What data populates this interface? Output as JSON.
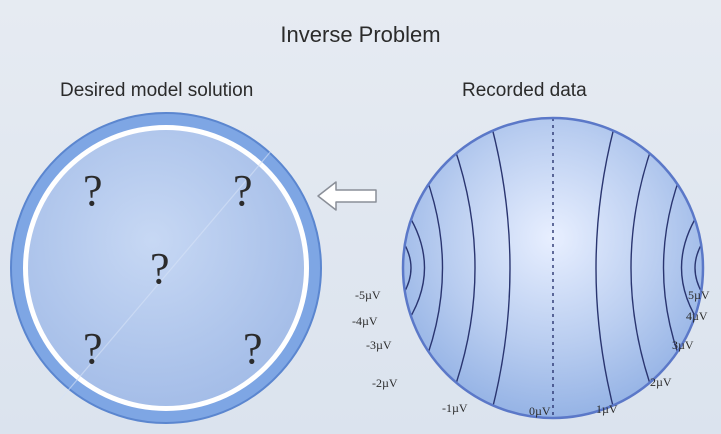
{
  "title": "Inverse Problem",
  "left_panel": {
    "label": "Desired model solution",
    "unknown_mark": "?"
  },
  "right_panel": {
    "label": "Recorded data",
    "potential_labels": [
      "-5µV",
      "-4µV",
      "-3µV",
      "-2µV",
      "-1µV",
      "0µV",
      "1µV",
      "2µV",
      "3µV",
      "4µV",
      "5µV"
    ]
  },
  "colors": {
    "head_fill": "#aec6ec",
    "head_rim": "#6f99dc",
    "contour": "#2a3570",
    "arrow_fill": "#ffffff",
    "arrow_stroke": "#8a8f98"
  },
  "icons": [
    "arrow-left-icon"
  ]
}
